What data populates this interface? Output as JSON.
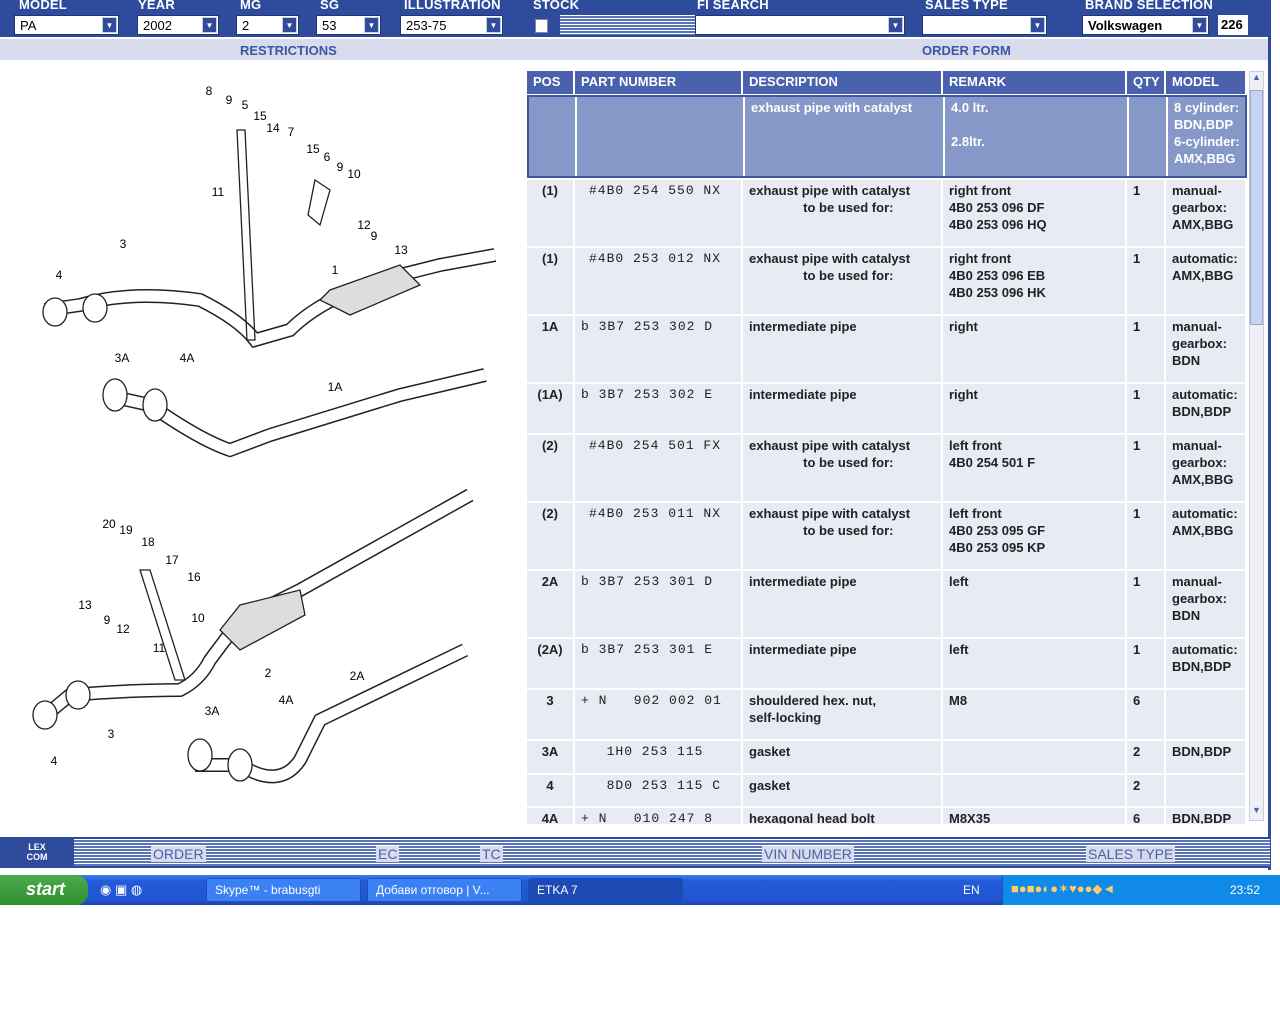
{
  "filters": {
    "model": {
      "label": "MODEL",
      "value": "PA"
    },
    "year": {
      "label": "YEAR",
      "value": "2002"
    },
    "mg": {
      "label": "MG",
      "value": "2"
    },
    "sg": {
      "label": "SG",
      "value": "53"
    },
    "illustration": {
      "label": "ILLUSTRATION",
      "value": "253-75"
    },
    "stock": {
      "label": "STOCK",
      "checked": false
    },
    "fi_search": {
      "label": "FI SEARCH",
      "value": ""
    },
    "sales_type": {
      "label": "SALES TYPE",
      "value": ""
    },
    "brand": {
      "label": "BRAND SELECTION",
      "value": "Volkswagen",
      "code": "226"
    }
  },
  "subbar": {
    "restrictions": "RESTRICTIONS",
    "order_form": "ORDER FORM"
  },
  "table": {
    "headers": [
      "POS",
      "PART NUMBER",
      "DESCRIPTION",
      "REMARK",
      "QTY",
      "MODEL"
    ],
    "rows": [
      {
        "pos": "",
        "part": "",
        "desc": "exhaust pipe with catalyst",
        "remark": "4.0 ltr.\n\n2.8ltr.",
        "qty": "",
        "model": "8 cylinder:\nBDN,BDP\n6-cylinder:\nAMX,BBG"
      },
      {
        "pos": "(1)",
        "part": "#4B0 254 550 NX",
        "desc": "exhaust pipe with catalyst\n               to be used for:",
        "remark": "right front\n4B0 253 096 DF\n4B0 253 096 HQ",
        "qty": "1",
        "model": "manual-\ngearbox:\nAMX,BBG"
      },
      {
        "pos": "(1)",
        "part": "#4B0 253 012 NX",
        "desc": "exhaust pipe with catalyst\n               to be used for:",
        "remark": "right front\n4B0 253 096 EB\n4B0 253 096 HK",
        "qty": "1",
        "model": "automatic:\nAMX,BBG"
      },
      {
        "pos": "1A",
        "part": "b 3B7 253 302 D",
        "desc": "intermediate pipe",
        "remark": "right",
        "qty": "1",
        "model": "manual-\ngearbox:\nBDN"
      },
      {
        "pos": "(1A)",
        "part": "b 3B7 253 302 E",
        "desc": "intermediate pipe",
        "remark": "right",
        "qty": "1",
        "model": "automatic:\nBDN,BDP"
      },
      {
        "pos": "(2)",
        "part": "#4B0 254 501 FX",
        "desc": "exhaust pipe with catalyst\n               to be used for:",
        "remark": "left front\n4B0 254 501 F",
        "qty": "1",
        "model": "manual-\ngearbox:\nAMX,BBG"
      },
      {
        "pos": "(2)",
        "part": "#4B0 253 011 NX",
        "desc": "exhaust pipe with catalyst\n               to be used for:",
        "remark": "left front\n4B0 253 095 GF\n4B0 253 095 KP",
        "qty": "1",
        "model": "automatic:\nAMX,BBG"
      },
      {
        "pos": "2A",
        "part": "b 3B7 253 301 D",
        "desc": "intermediate pipe",
        "remark": "left",
        "qty": "1",
        "model": "manual-\ngearbox:\nBDN"
      },
      {
        "pos": "(2A)",
        "part": "b 3B7 253 301 E",
        "desc": "intermediate pipe",
        "remark": "left",
        "qty": "1",
        "model": "automatic:\nBDN,BDP"
      },
      {
        "pos": "3",
        "part": "+ N   902 002 01",
        "desc": "shouldered hex. nut,\nself-locking",
        "remark": "M8",
        "qty": "6",
        "model": ""
      },
      {
        "pos": "3A",
        "part": "  1H0 253 115",
        "desc": "gasket",
        "remark": "",
        "qty": "2",
        "model": "BDN,BDP"
      },
      {
        "pos": "4",
        "part": "  8D0 253 115 C",
        "desc": "gasket",
        "remark": "",
        "qty": "2",
        "model": ""
      },
      {
        "pos": "4A",
        "part": "+ N   010 247 8",
        "desc": "hexagonal head bolt",
        "remark": "M8X35",
        "qty": "6",
        "model": "BDN,BDP"
      }
    ]
  },
  "diagram": {
    "labels": [
      "8",
      "9",
      "5",
      "15",
      "14",
      "7",
      "15",
      "6",
      "9",
      "10",
      "11",
      "12",
      "9",
      "13",
      "3",
      "4",
      "1",
      "3A",
      "4A",
      "1A",
      "20",
      "19",
      "18",
      "17",
      "16",
      "13",
      "9",
      "12",
      "10",
      "11",
      "2",
      "2A",
      "4A",
      "3A",
      "3",
      "4"
    ]
  },
  "bottom": {
    "logo": "LEX COM",
    "order": "ORDER",
    "ec": "EC",
    "tc": "TC",
    "vin": "VIN NUMBER",
    "sales_type": "SALES TYPE"
  },
  "taskbar": {
    "start": "start",
    "tasks": [
      "Skype™ - brabusgti",
      "Добави отговор | V...",
      "ETKA 7"
    ],
    "lang": "EN",
    "clock": "23:52"
  },
  "colors": {
    "header_blue": "#2f4c9c",
    "table_header": "#4a62ad",
    "highlight": "#8598c8",
    "row_bg": "#e8eaf4"
  }
}
